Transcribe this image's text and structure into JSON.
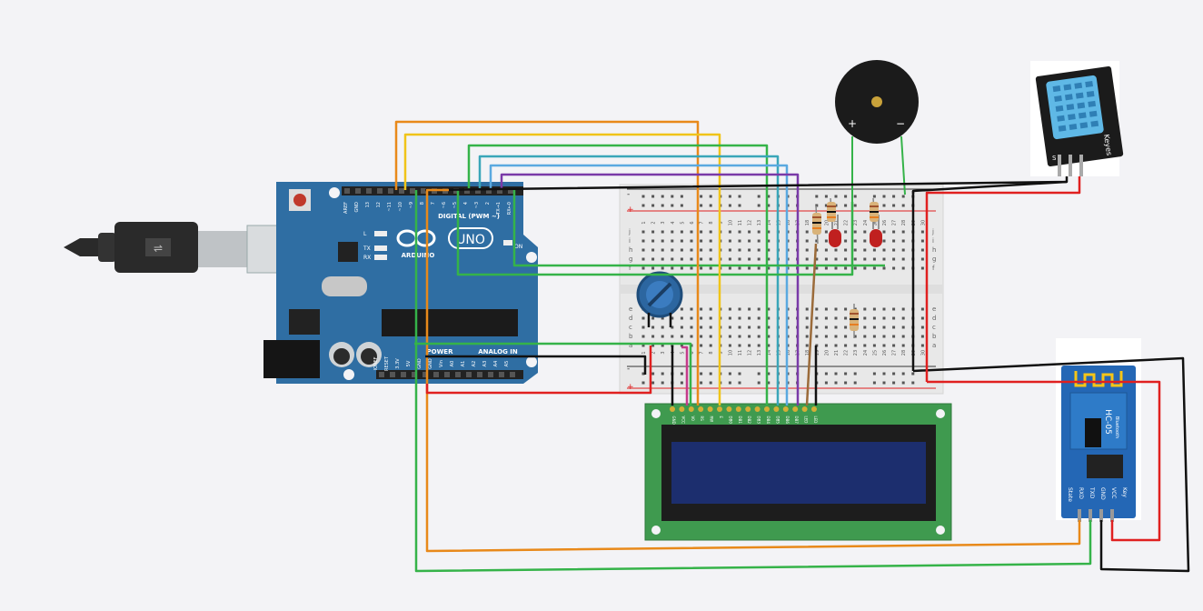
{
  "arduino": {
    "logo": "UNO",
    "brand": "ARDUINO",
    "digital_label": "DIGITAL (PWM ~)",
    "power_label": "POWER",
    "analog_label": "ANALOG IN",
    "led_labels": [
      "L",
      "TX",
      "RX"
    ],
    "on_label": "ON",
    "top_pins": [
      "AREF",
      "GND",
      "13",
      "12",
      "~11",
      "~10",
      "~9",
      "8",
      "7",
      "~6",
      "~5",
      "4",
      "~3",
      "2",
      "TX→1",
      "RX←0"
    ],
    "bottom_pins": [
      "IOREF",
      "RESET",
      "3.3V",
      "5V",
      "GND",
      "GND",
      "Vin",
      "A0",
      "A1",
      "A2",
      "A3",
      "A4",
      "A5"
    ]
  },
  "breadboard": {
    "col_numbers": [
      "1",
      "2",
      "3",
      "4",
      "5",
      "6",
      "7",
      "8",
      "9",
      "10",
      "11",
      "12",
      "13",
      "14",
      "15",
      "16",
      "17",
      "18",
      "19",
      "20",
      "21",
      "22",
      "23",
      "24",
      "25",
      "26",
      "27",
      "28",
      "29",
      "30"
    ],
    "row_letters_top": [
      "j",
      "i",
      "h",
      "g",
      "f"
    ],
    "row_letters_bottom": [
      "e",
      "d",
      "c",
      "b",
      "a"
    ],
    "rail_plus": "+",
    "rail_minus": "-"
  },
  "lcd": {
    "pins": [
      "GND",
      "VCC",
      "V0",
      "RS",
      "RW",
      "E",
      "DB0",
      "DB1",
      "DB2",
      "DB3",
      "DB4",
      "DB5",
      "DB6",
      "DB7",
      "LED",
      "LED"
    ]
  },
  "buzzer": {
    "plus": "+",
    "minus": "−"
  },
  "dht": {
    "brand": "Keyes",
    "pins": [
      "S",
      "",
      "−"
    ]
  },
  "hc05": {
    "model": "HC-05",
    "subtitle": "Bluetooth",
    "pins": [
      "State",
      "RXD",
      "TXD",
      "GND",
      "VCC",
      "Key"
    ]
  },
  "colors": {
    "board_blue": "#2f6ea3",
    "breadboard": "#e8e8e8",
    "wire_orange": "#e8891a",
    "wire_yellow": "#f0c419",
    "wire_green": "#35b349",
    "wire_teal": "#3aa6b9",
    "wire_blue": "#5aa9e0",
    "wire_purple": "#7a3aa8",
    "wire_black": "#111111",
    "wire_red": "#e02020",
    "wire_brown": "#9b6b3a",
    "wire_pink": "#c43a8a",
    "lcd_green": "#3f9a4f",
    "lcd_screen": "#1c2e6e",
    "hc05_blue": "#2467b5"
  }
}
